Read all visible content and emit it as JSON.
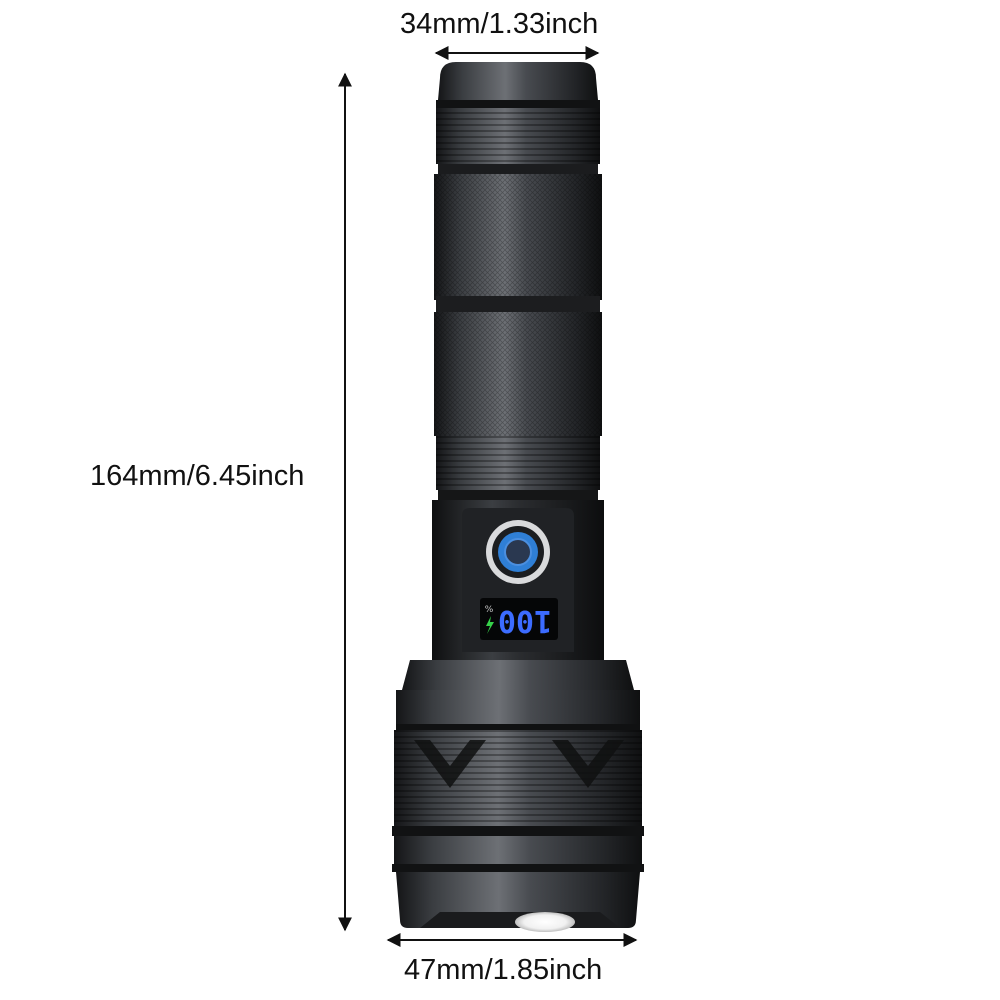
{
  "dimensions": {
    "head_diameter": "34mm/1.33inch",
    "length": "164mm/6.45inch",
    "tail_diameter": "47mm/1.85inch"
  },
  "display": {
    "percent_symbol": "%",
    "battery_reading": "100"
  },
  "colors": {
    "body": "#2e3033",
    "body_dark": "#16181a",
    "body_highlight": "#6a6d72",
    "button_ring": "#2f7fd6",
    "display_digits": "#3c6cff",
    "charging_bolt": "#36d14a",
    "arrow": "#111111"
  },
  "icons": {
    "power_button": "power-button-icon",
    "charging": "lightning-bolt-icon"
  }
}
